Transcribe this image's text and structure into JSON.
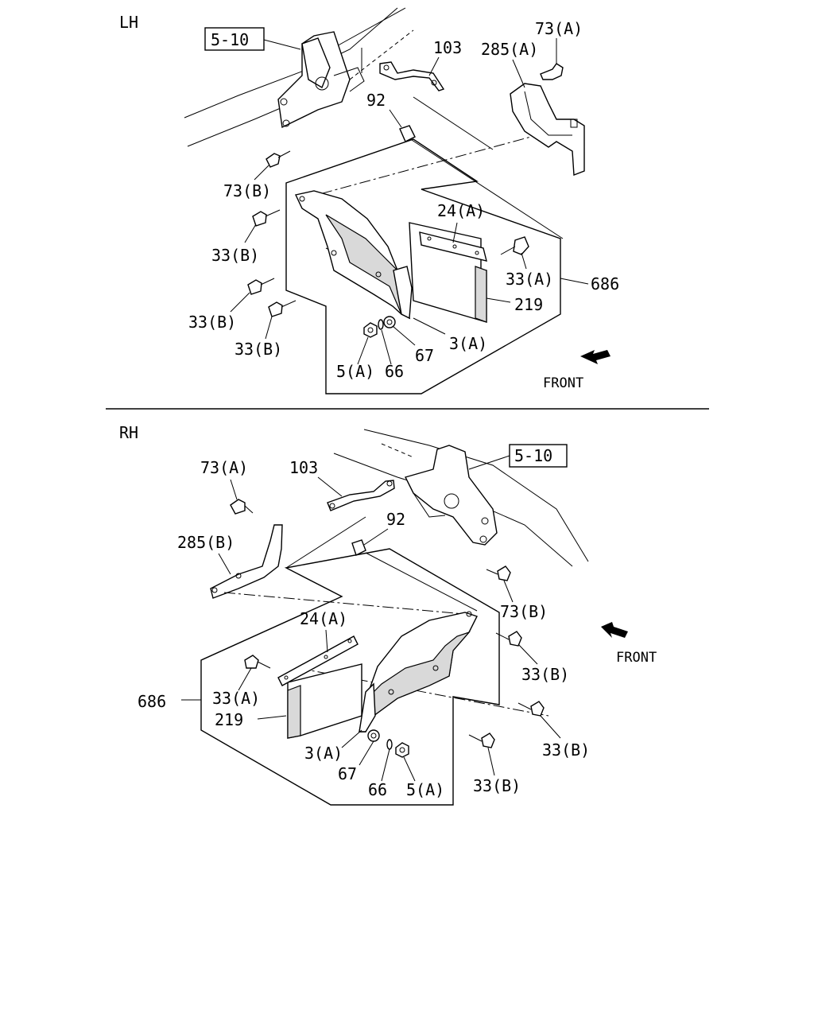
{
  "sections": {
    "lh": {
      "title": "LH",
      "ref_box": "5-10",
      "front": "FRONT",
      "labels": {
        "l_73a": "73(A)",
        "l_285a": "285(A)",
        "l_103": "103",
        "l_92": "92",
        "l_73b": "73(B)",
        "l_33b_1": "33(B)",
        "l_33b_2": "33(B)",
        "l_33b_3": "33(B)",
        "l_24a": "24(A)",
        "l_33a": "33(A)",
        "l_686": "686",
        "l_219": "219",
        "l_3a": "3(A)",
        "l_67": "67",
        "l_66": "66",
        "l_5a": "5(A)"
      }
    },
    "rh": {
      "title": "RH",
      "ref_box": "5-10",
      "front": "FRONT",
      "labels": {
        "l_73a": "73(A)",
        "l_103": "103",
        "l_92": "92",
        "l_285b": "285(B)",
        "l_73b": "73(B)",
        "l_33b_1": "33(B)",
        "l_24a": "24(A)",
        "l_686": "686",
        "l_33a": "33(A)",
        "l_219": "219",
        "l_3a": "3(A)",
        "l_67": "67",
        "l_66": "66",
        "l_5a": "5(A)",
        "l_33b_2": "33(B)",
        "l_33b_3": "33(B)"
      }
    }
  },
  "icons": {
    "front_arrow": "front-arrow-icon",
    "bolt": "bolt-icon",
    "nut": "nut-icon",
    "washer": "washer-icon",
    "spring_washer": "spring-washer-icon"
  }
}
